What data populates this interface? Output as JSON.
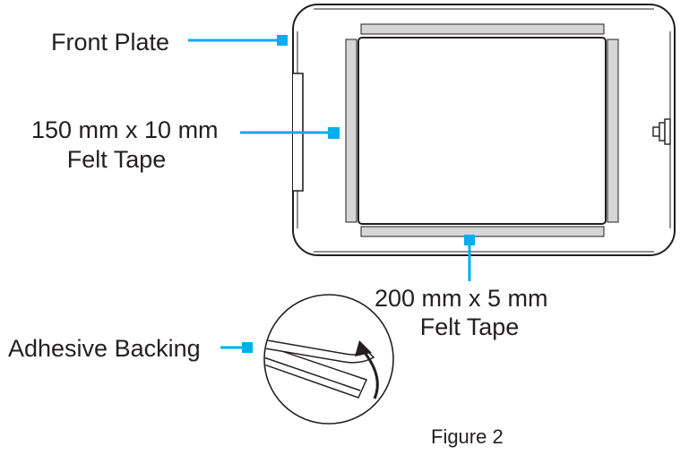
{
  "labels": {
    "front_plate": "Front Plate",
    "side_tape_line1": "150 mm x 10 mm",
    "side_tape_line2": "Felt Tape",
    "bottom_tape_line1": "200 mm x 5 mm",
    "bottom_tape_line2": "Felt Tape",
    "adhesive_backing": "Adhesive Backing"
  },
  "caption": "Figure 2",
  "colors": {
    "callout": "#00aeef",
    "outline": "#231f20",
    "tape_fill": "#d6d6d6",
    "text": "#231f20"
  },
  "icons": {
    "rotation_arrow": "curved-arrow-icon",
    "connector": "connector-knob-icon"
  }
}
